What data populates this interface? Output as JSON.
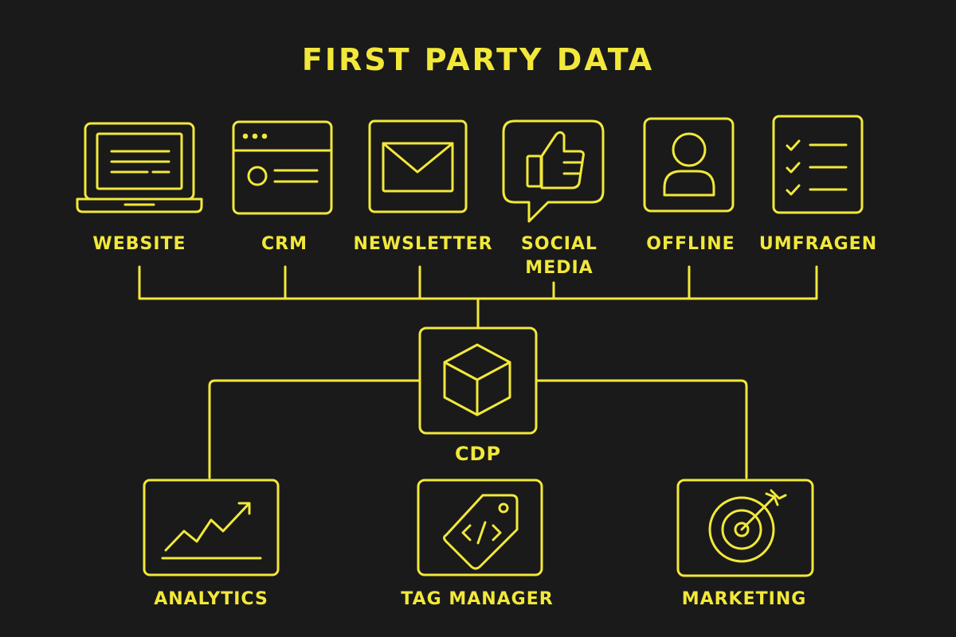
{
  "title": "FIRST PARTY DATA",
  "colors": {
    "background": "#1a1a1a",
    "accent": "#f2e83a"
  },
  "sources": [
    {
      "id": "website",
      "label": "WEBSITE",
      "icon": "laptop-icon"
    },
    {
      "id": "crm",
      "label": "CRM",
      "icon": "browser-window-icon"
    },
    {
      "id": "newsletter",
      "label": "NEWSLETTER",
      "icon": "envelope-icon"
    },
    {
      "id": "social-media",
      "label": "SOCIAL\nMEDIA",
      "icon": "thumbs-up-icon"
    },
    {
      "id": "offline",
      "label": "OFFLINE",
      "icon": "person-icon"
    },
    {
      "id": "umfragen",
      "label": "UMFRAGEN",
      "icon": "checklist-icon"
    }
  ],
  "hub": {
    "label": "CDP",
    "icon": "cube-icon"
  },
  "outputs": [
    {
      "id": "analytics",
      "label": "ANALYTICS",
      "icon": "trend-chart-icon"
    },
    {
      "id": "tag-manager",
      "label": "TAG MANAGER",
      "icon": "code-tag-icon"
    },
    {
      "id": "marketing",
      "label": "MARKETING",
      "icon": "target-icon"
    }
  ]
}
